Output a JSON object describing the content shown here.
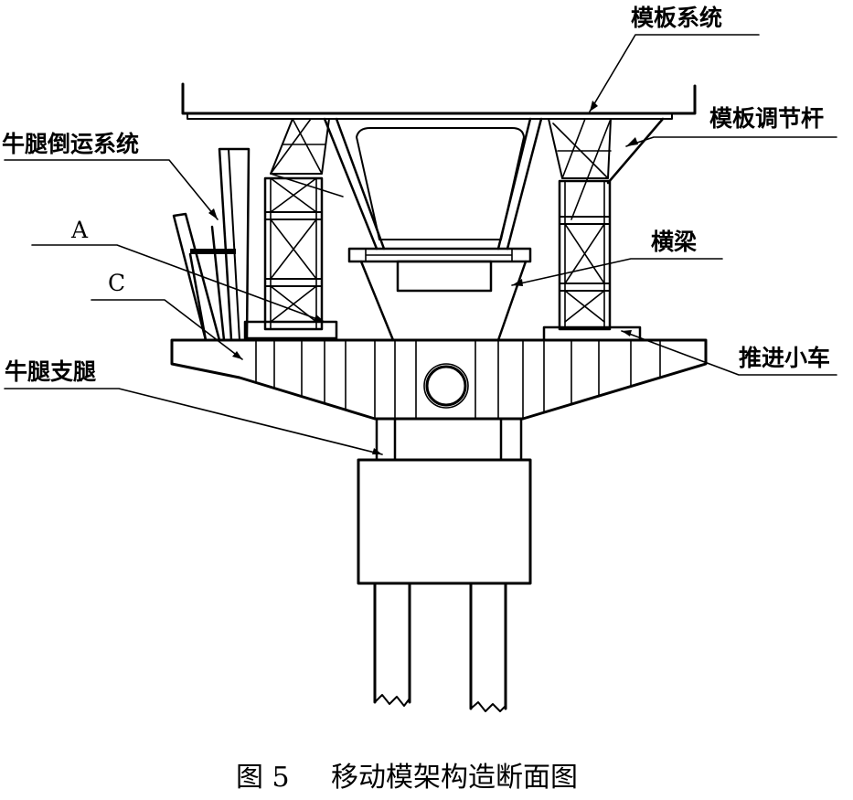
{
  "labels": {
    "formwork_system": "模板系统",
    "formwork_adjust_rod": "模板调节杆",
    "bracket_transfer_system": "牛腿倒运系统",
    "point_a": "A",
    "point_c": "C",
    "crossbeam": "横梁",
    "push_trolley": "推进小车",
    "bracket_leg": "牛腿支腿"
  },
  "caption": {
    "figure_number": "图 5",
    "title": "移动模架构造断面图"
  }
}
